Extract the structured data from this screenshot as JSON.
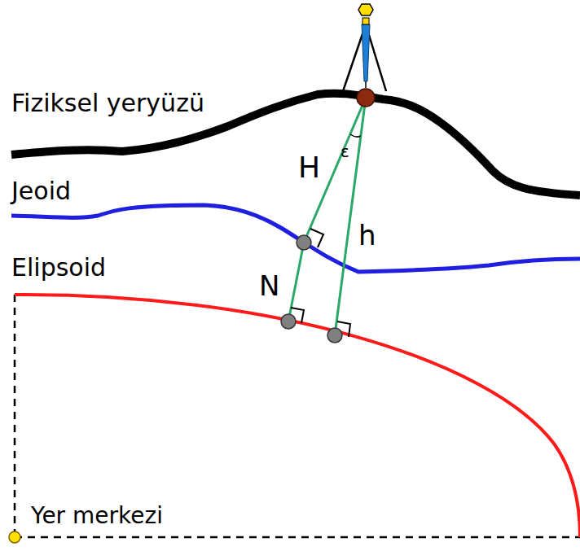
{
  "diagram": {
    "labels": [
      "Fiziksel yeryüzü",
      "Jeoid",
      "Elipsoid",
      "Yer merkezi",
      "H",
      "ε",
      "h",
      "N"
    ]
  }
}
